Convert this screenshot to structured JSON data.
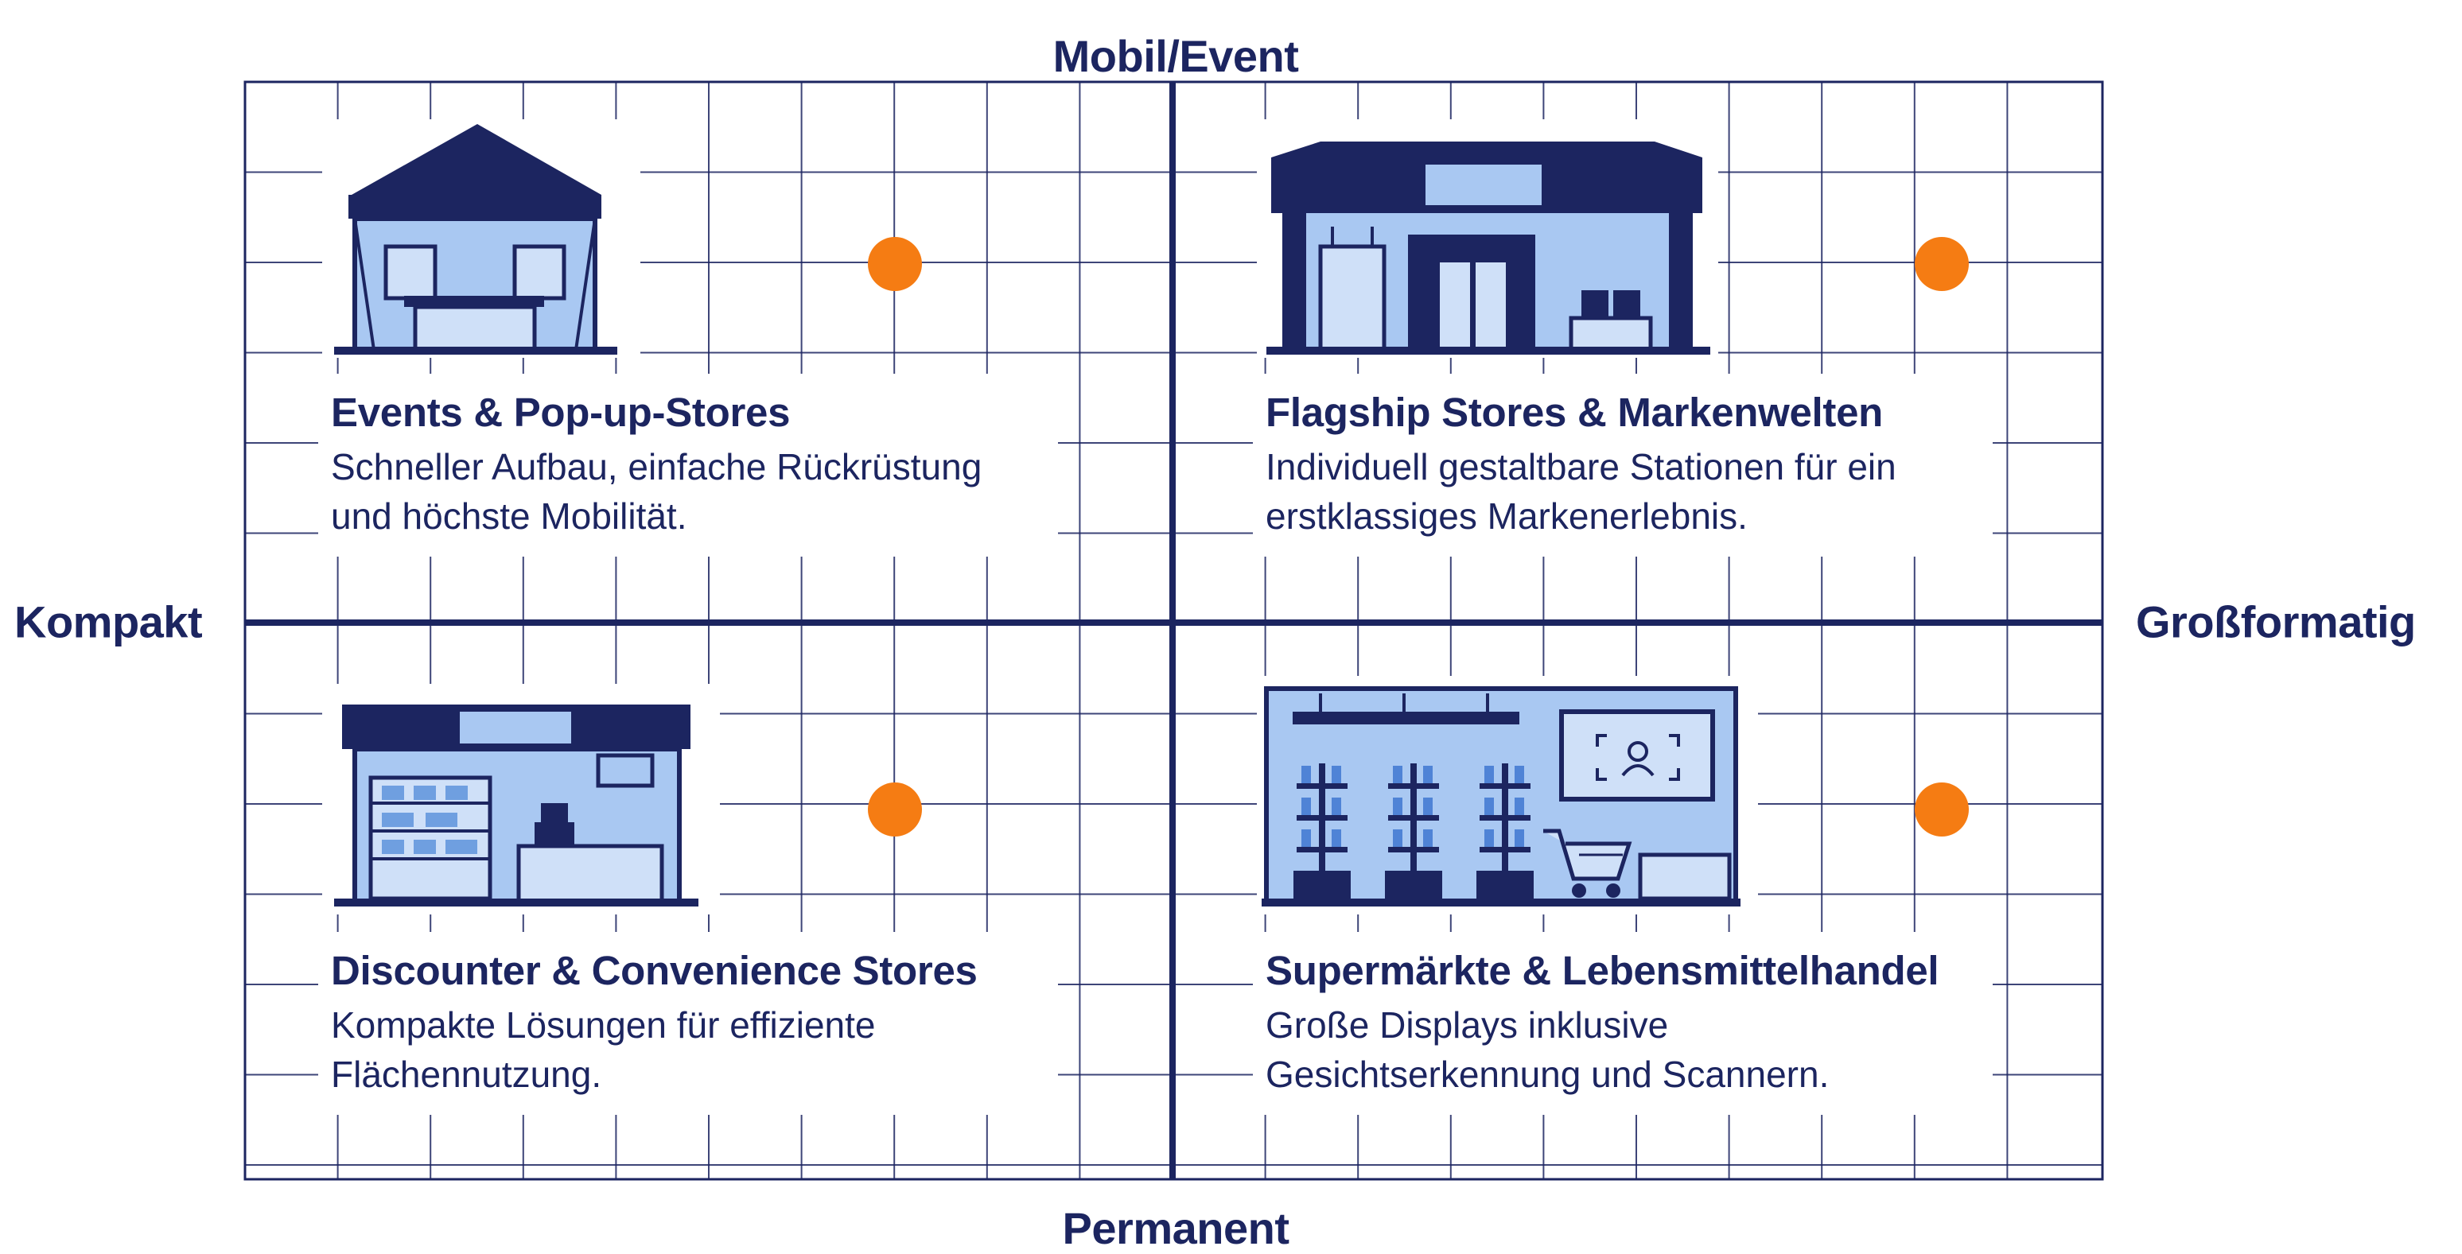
{
  "axes": {
    "top": "Mobil/Event",
    "bottom": "Permanent",
    "left": "Kompakt",
    "right": "Großformatig"
  },
  "quadrants": [
    {
      "title": "Events & Pop-up-Stores",
      "desc": [
        "Schneller Aufbau, einfache Rückrüstung",
        "und höchste Mobilität."
      ],
      "icon": "tent-icon"
    },
    {
      "title": "Flagship Stores & Markenwelten",
      "desc": [
        "Individuell gestaltbare Stationen für ein",
        "erstklassiges Markenerlebnis."
      ],
      "icon": "flagship-building-icon"
    },
    {
      "title": "Discounter & Convenience Stores",
      "desc": [
        "Kompakte Lösungen für effiziente",
        "Flächennutzung."
      ],
      "icon": "convenience-store-icon"
    },
    {
      "title": "Supermärkte & Lebensmittelhandel",
      "desc": [
        "Große Displays inklusive",
        "Gesichtserkennung und Scannern."
      ],
      "icon": "supermarket-icon"
    }
  ],
  "colors": {
    "navy": "#1c2560",
    "light_blue": "#a9c8f2",
    "marker_orange": "#f57c13",
    "grid": "#1c2560"
  }
}
